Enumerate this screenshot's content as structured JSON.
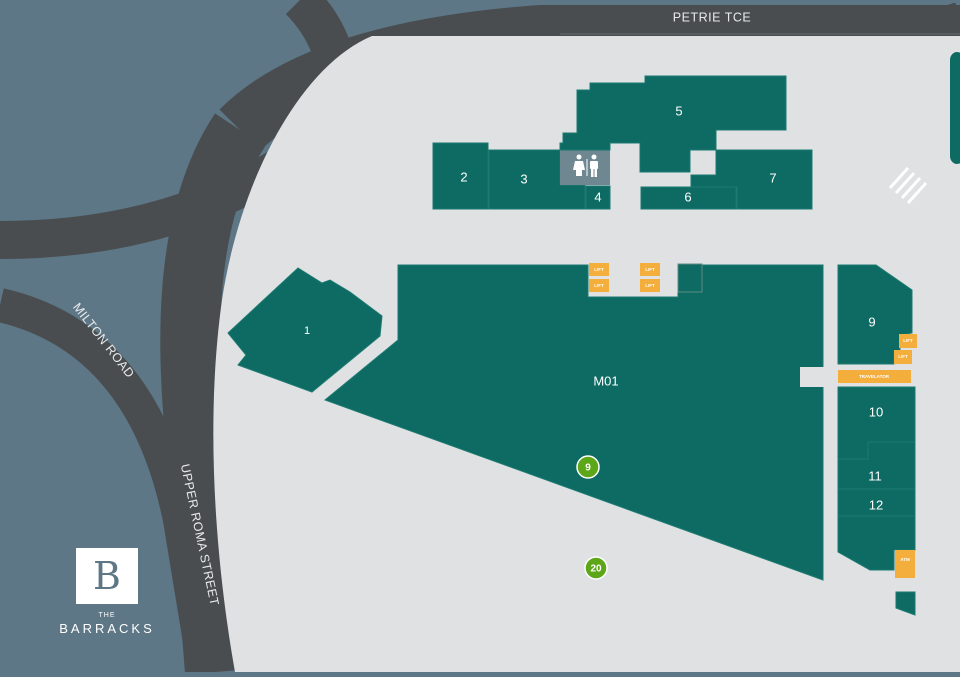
{
  "map": {
    "streets": {
      "petrie_tce": "PETRIE TCE",
      "milton_road": "MILTON ROAD",
      "upper_roma_street": "UPPER ROMA STREET"
    },
    "units": {
      "u1": "1",
      "u2": "2",
      "u3": "3",
      "u4": "4",
      "u5": "5",
      "u6": "6",
      "u7": "7",
      "m01": "M01",
      "u9": "9",
      "u10": "10",
      "u11": "11",
      "u12": "12"
    },
    "amenities": {
      "lift": "LIFT",
      "travelator": "TRAVELATOR",
      "atm": "ATM",
      "toilets_icon": "toilets-icon"
    },
    "markers": {
      "bus_9": "9",
      "bus_20": "20"
    },
    "colors": {
      "water": "#5d7786",
      "road": "#4a4d50",
      "ground": "#dfe1e2",
      "building": "#0e6b63",
      "amenity": "#f4ae3b",
      "marker": "#5ca617"
    }
  },
  "logo": {
    "letter": "B",
    "the": "THE",
    "name": "BARRACKS"
  }
}
